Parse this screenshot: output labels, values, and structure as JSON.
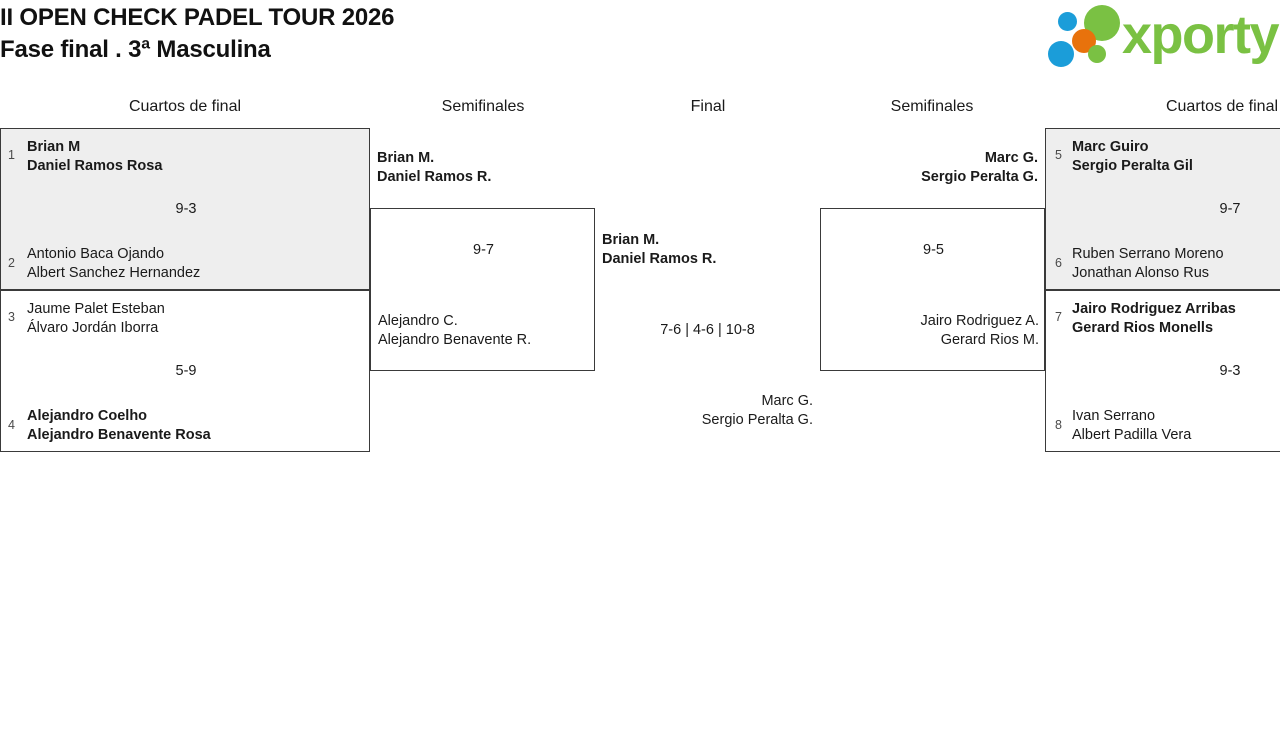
{
  "header": {
    "title_line1": "II OPEN CHECK PADEL TOUR 2026",
    "title_line2": "Fase final . 3ª Masculina",
    "logo_text": "xporty",
    "logo_colors": {
      "green": "#7ac143",
      "blue": "#1b9dd9",
      "orange": "#e8720c"
    }
  },
  "rounds": [
    {
      "label": "Cuartos de final"
    },
    {
      "label": "Semifinales"
    },
    {
      "label": "Final"
    },
    {
      "label": "Semifinales"
    },
    {
      "label": "Cuartos de final"
    }
  ],
  "left_quarterfinals": [
    {
      "score": "9-3",
      "top": {
        "seed": "1",
        "p1": "Brian M",
        "p2": "Daniel Ramos Rosa",
        "winner": true
      },
      "bottom": {
        "seed": "2",
        "p1": "Antonio Baca Ojando",
        "p2": "Albert Sanchez Hernandez",
        "winner": false
      }
    },
    {
      "score": "5-9",
      "top": {
        "seed": "3",
        "p1": "Jaume Palet Esteban",
        "p2": "Álvaro Jordán Iborra",
        "winner": false
      },
      "bottom": {
        "seed": "4",
        "p1": "Alejandro Coelho",
        "p2": "Alejandro Benavente Rosa",
        "winner": true
      }
    }
  ],
  "left_semifinal": {
    "score": "9-7",
    "top": {
      "p1": "Brian M.",
      "p2": "Daniel Ramos R.",
      "winner": true
    },
    "bottom": {
      "p1": "Alejandro C.",
      "p2": "Alejandro Benavente R.",
      "winner": false
    }
  },
  "final": {
    "score": "7-6 | 4-6 | 10-8",
    "left": {
      "p1": "Brian M.",
      "p2": "Daniel Ramos R.",
      "winner": true
    },
    "right": {
      "p1": "Marc G.",
      "p2": "Sergio Peralta G.",
      "winner": false
    }
  },
  "right_semifinal": {
    "score": "9-5",
    "top": {
      "p1": "Marc G.",
      "p2": "Sergio Peralta G.",
      "winner": true
    },
    "bottom": {
      "p1": "Jairo Rodriguez A.",
      "p2": "Gerard Rios M.",
      "winner": false
    }
  },
  "right_quarterfinals": [
    {
      "score": "9-7",
      "top": {
        "seed": "5",
        "p1": "Marc Guiro",
        "p2": "Sergio Peralta Gil",
        "winner": true
      },
      "bottom": {
        "seed": "6",
        "p1": "Ruben Serrano Moreno",
        "p2": "Jonathan Alonso Rus",
        "winner": false
      }
    },
    {
      "score": "9-3",
      "top": {
        "seed": "7",
        "p1": "Jairo Rodriguez Arribas",
        "p2": "Gerard Rios Monells",
        "winner": true
      },
      "bottom": {
        "seed": "8",
        "p1": "Ivan Serrano",
        "p2": "Albert Padilla Vera",
        "winner": false
      }
    }
  ]
}
